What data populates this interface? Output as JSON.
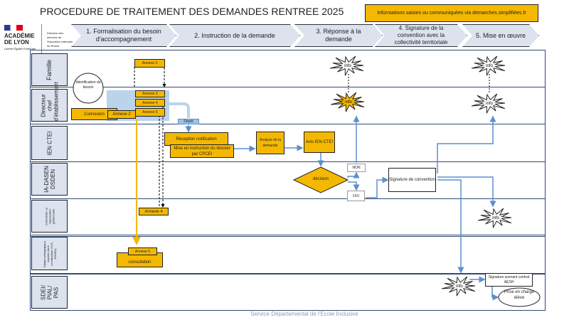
{
  "title": "PROCEDURE DE TRAITEMENT DES DEMANDES RENTREE 2025",
  "legend": "Informations saisies ou communiquées via demarches.simplifiées.fr",
  "logo": {
    "line1": "ACADÉMIE",
    "line2": "DE LYON",
    "motto": "Liberté Égalité Fraternité"
  },
  "direction": "Direction des services de l'éducation nationale du Rhône",
  "steps": [
    "1. Formalisation du besoin d'accompagnement",
    "2. Instruction de la demande",
    "3. Réponse à la demande",
    "4. Signature de la convention avec la collectivité territoriale",
    "5. Mise en œuvre"
  ],
  "lanes": [
    "Famille",
    "Directeur chef d'établissement",
    "IEN CTEI",
    "IA-DASEN DSDEN",
    "Collectivité ou organisation gestionnaire",
    "Equipe pédagogique, experts (dont coordinateur ULIS, ERSEH)",
    "SDEI/ PIAL/ PAS"
  ],
  "nodes": {
    "identification": "Identification du besoin",
    "connexion": "Connexion",
    "annexe2": "Annexe 2",
    "annexe3_famille": "Annexe 3",
    "annexe3": "Annexe 3",
    "annexe4": "Annexe 4",
    "annexe5": "Annexe 5",
    "depot": "Dépôt",
    "reception": "Réception notification",
    "mise_instruction": "Mise en instruction du dossier par CPCEI",
    "analyse": "Analyse de la demande",
    "avis": "Avis IEN CTEI",
    "decision": "décision",
    "non": "NON",
    "oui": "OUI",
    "signature_convention": "Signature de convention",
    "annexe4_collectivite": "Annexe 4",
    "annexe5_equipe": "Annexe 5",
    "consultation": "consultation",
    "signature_avenant": "Signature avenant contrat AESH",
    "prise_en_charge": "Prise en charge élève",
    "info": "info"
  },
  "colors": {
    "accent": "#f5b800",
    "lane": "#dce3ef",
    "arrow": "#5b8fd0",
    "highlight": "#bcd3ec"
  },
  "footer": "Service Départemental de l'Ecole Inclusive"
}
